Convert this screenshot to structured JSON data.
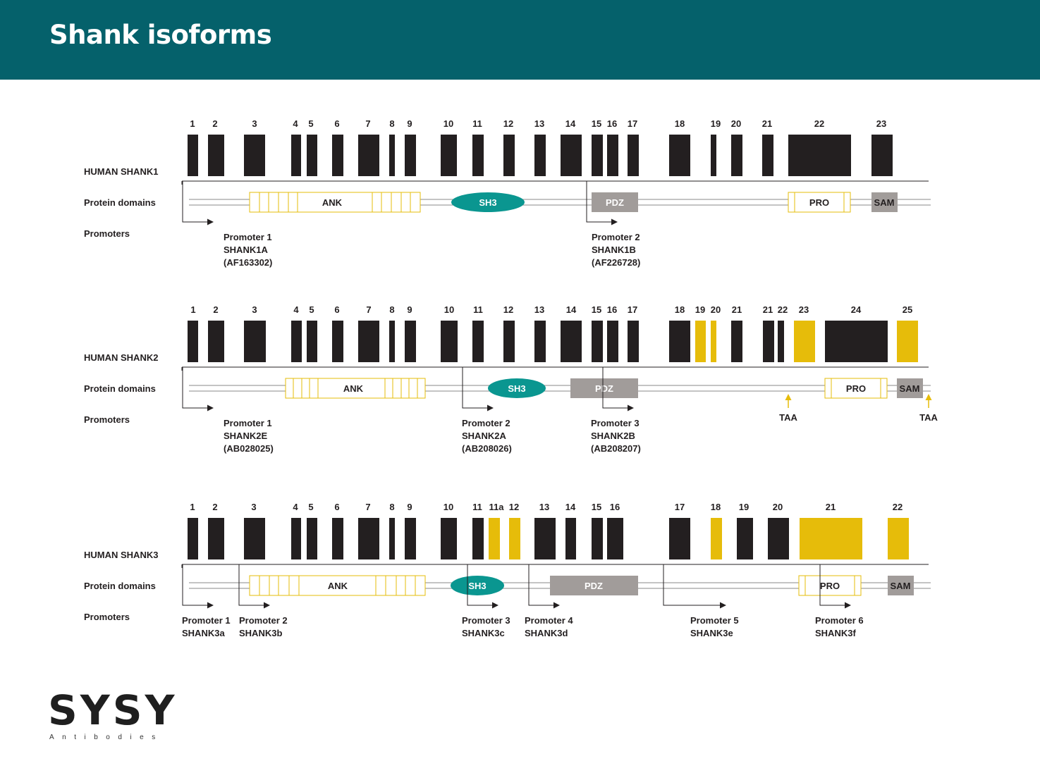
{
  "title": "Shank isoforms",
  "logo": {
    "main": "SYSY",
    "sub": "Antibodies"
  },
  "colors": {
    "exon": "#231f20",
    "alt_exon": "#e6bc0a",
    "sh3": "#0a9690",
    "grey_domain": "#a19c9a",
    "ank": "#e6bc0a",
    "header": "#05616b"
  },
  "row_labels": {
    "domains": "Protein domains",
    "promoters": "Promoters"
  },
  "genes": [
    {
      "name": "HUMAN SHANK1",
      "exon_numbers": [
        "1",
        "2",
        "3",
        "4",
        "5",
        "6",
        "7",
        "8",
        "9",
        "10",
        "11",
        "12",
        "13",
        "14",
        "15",
        "16",
        "17",
        "18",
        "19",
        "20",
        "21",
        "22",
        "23"
      ],
      "alternative_exons": [],
      "domains": {
        "ANK": "ANK",
        "SH3": "SH3",
        "PDZ": "PDZ",
        "PRO": "PRO",
        "SAM": "SAM"
      },
      "promoters": [
        {
          "label": "Promoter 1",
          "isoform": "SHANK1A",
          "accession": "(AF163302)"
        },
        {
          "label": "Promoter 2",
          "isoform": "SHANK1B",
          "accession": "(AF226728)"
        }
      ],
      "stop_codons": []
    },
    {
      "name": "HUMAN SHANK2",
      "exon_numbers": [
        "1",
        "2",
        "3",
        "4",
        "5",
        "6",
        "7",
        "8",
        "9",
        "10",
        "11",
        "12",
        "13",
        "14",
        "15",
        "16",
        "17",
        "18",
        "19",
        "20",
        "21",
        "21",
        "22",
        "23",
        "24",
        "25"
      ],
      "alternative_exons": [
        "19",
        "20",
        "23",
        "25"
      ],
      "domains": {
        "ANK": "ANK",
        "SH3": "SH3",
        "PDZ": "PDZ",
        "PRO": "PRO",
        "SAM": "SAM"
      },
      "promoters": [
        {
          "label": "Promoter 1",
          "isoform": "SHANK2E",
          "accession": "(AB028025)"
        },
        {
          "label": "Promoter 2",
          "isoform": "SHANK2A",
          "accession": "(AB208026)"
        },
        {
          "label": "Promoter 3",
          "isoform": "SHANK2B",
          "accession": "(AB208207)"
        }
      ],
      "stop_codons": [
        "TAA",
        "TAA"
      ]
    },
    {
      "name": "HUMAN SHANK3",
      "exon_numbers": [
        "1",
        "2",
        "3",
        "4",
        "5",
        "6",
        "7",
        "8",
        "9",
        "10",
        "11",
        "11a",
        "12",
        "13",
        "14",
        "15",
        "16",
        "17",
        "18",
        "19",
        "20",
        "21",
        "22"
      ],
      "alternative_exons": [
        "11a",
        "12",
        "18",
        "21",
        "22"
      ],
      "domains": {
        "ANK": "ANK",
        "SH3": "SH3",
        "PDZ": "PDZ",
        "PRO": "PRO",
        "SAM": "SAM"
      },
      "promoters": [
        {
          "label": "Promoter 1",
          "isoform": "SHANK3a"
        },
        {
          "label": "Promoter 2",
          "isoform": "SHANK3b"
        },
        {
          "label": "Promoter 3",
          "isoform": "SHANK3c"
        },
        {
          "label": "Promoter 4",
          "isoform": "SHANK3d"
        },
        {
          "label": "Promoter 5",
          "isoform": "SHANK3e"
        },
        {
          "label": "Promoter 6",
          "isoform": "SHANK3f"
        }
      ],
      "stop_codons": []
    }
  ]
}
